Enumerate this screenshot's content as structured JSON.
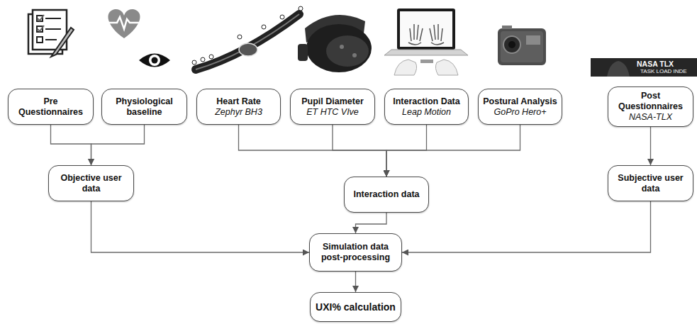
{
  "diagram": {
    "nodes": [
      {
        "text": [
          "Pre Questionnaires"
        ]
      },
      {
        "text": [
          "Physiological baseline"
        ]
      },
      {
        "text": [
          "Heart Rate",
          "Zephyr BH3"
        ]
      },
      {
        "text": [
          "Pupil Diameter",
          "ET HTC VIve"
        ]
      },
      {
        "text": [
          "Interaction Data",
          "Leap Motion"
        ]
      },
      {
        "text": [
          "Postural Analysis",
          "GoPro Hero+"
        ]
      },
      {
        "text": [
          "Post Questionnaires",
          "NASA-TLX"
        ]
      },
      {
        "text": [
          "Objective user data"
        ]
      },
      {
        "text": [
          "Interaction data"
        ]
      },
      {
        "text": [
          "Subjective user data"
        ]
      },
      {
        "text": [
          "Simulation data post-processing"
        ]
      },
      {
        "text": [
          "UXI% calculation"
        ]
      }
    ],
    "edges": [
      {
        "from": 0,
        "to": 7,
        "arrow": "to"
      },
      {
        "from": 1,
        "to": 7,
        "arrow": "to"
      },
      {
        "from": 2,
        "to": 8,
        "arrow": "to"
      },
      {
        "from": 3,
        "to": 8,
        "arrow": "to"
      },
      {
        "from": 4,
        "to": 8,
        "arrow": "to"
      },
      {
        "from": 5,
        "to": 8,
        "arrow": "to"
      },
      {
        "from": 6,
        "to": 9,
        "arrow": "to"
      },
      {
        "from": 7,
        "to": 10,
        "arrow": "to"
      },
      {
        "from": 8,
        "to": 10,
        "arrow": "to"
      },
      {
        "from": 9,
        "to": 10,
        "arrow": "to"
      },
      {
        "from": 10,
        "to": 11,
        "arrow": "to"
      }
    ],
    "labels": [
      "NASA TLX",
      "TASK LOAD INDE"
    ]
  }
}
